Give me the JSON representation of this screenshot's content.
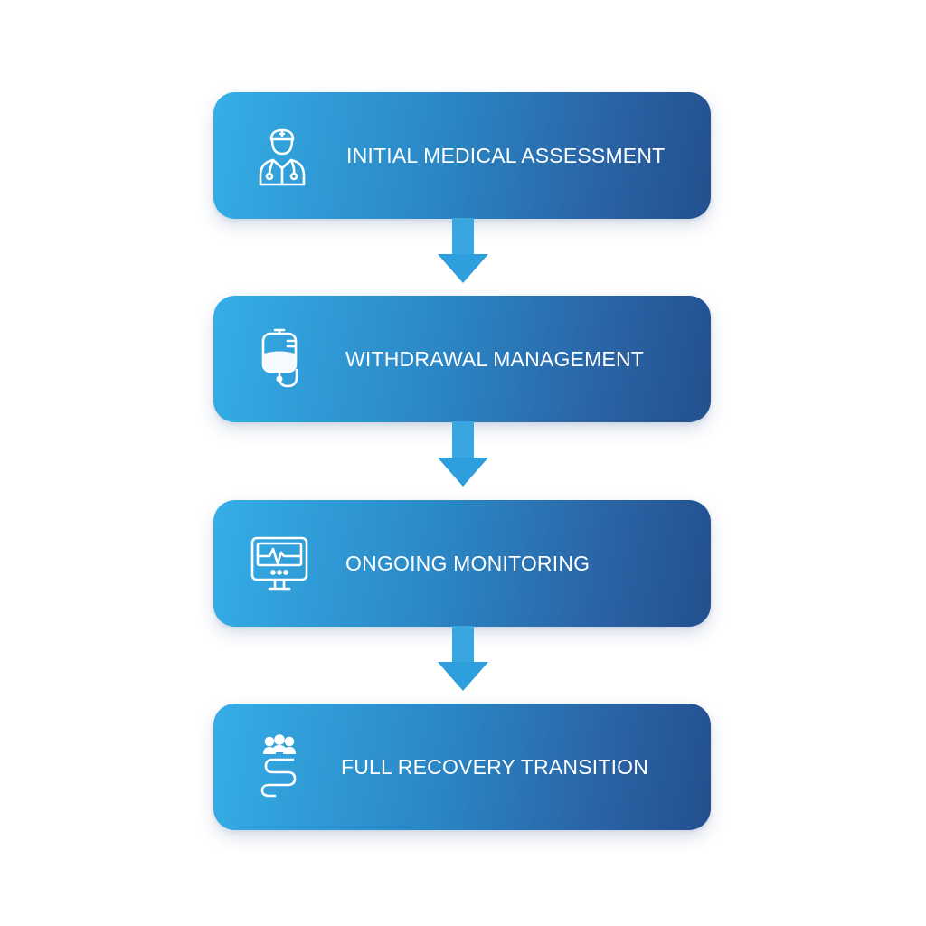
{
  "steps": [
    {
      "label": "INITIAL MEDICAL ASSESSMENT",
      "icon": "doctor-icon"
    },
    {
      "label": "WITHDRAWAL MANAGEMENT",
      "icon": "iv-bag-icon"
    },
    {
      "label": "ONGOING MONITORING",
      "icon": "heart-monitor-icon"
    },
    {
      "label": "FULL RECOVERY TRANSITION",
      "icon": "people-path-icon"
    }
  ],
  "colors": {
    "box_start": "#35aee6",
    "box_end": "#234f8e",
    "arrow": "#2e9fdc",
    "text": "#ffffff"
  }
}
